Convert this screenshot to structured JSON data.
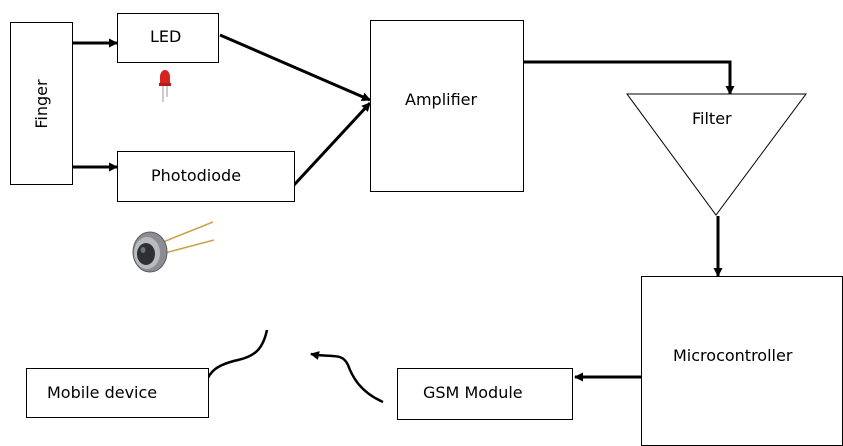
{
  "blocks": {
    "finger": "Finger",
    "led": "LED",
    "photodiode": "Photodiode",
    "amplifier": "Amplifier",
    "filter": "Filter",
    "microcontroller": "Microcontroller",
    "gsm": "GSM Module",
    "mobile": "Mobile device"
  },
  "colors": {
    "line": "#000000",
    "led_body": "#d8231f",
    "photodiode_can": "#8a8d92",
    "photodiode_leads": "#c9a24a"
  },
  "icons": [
    "led-icon",
    "photodiode-icon"
  ]
}
